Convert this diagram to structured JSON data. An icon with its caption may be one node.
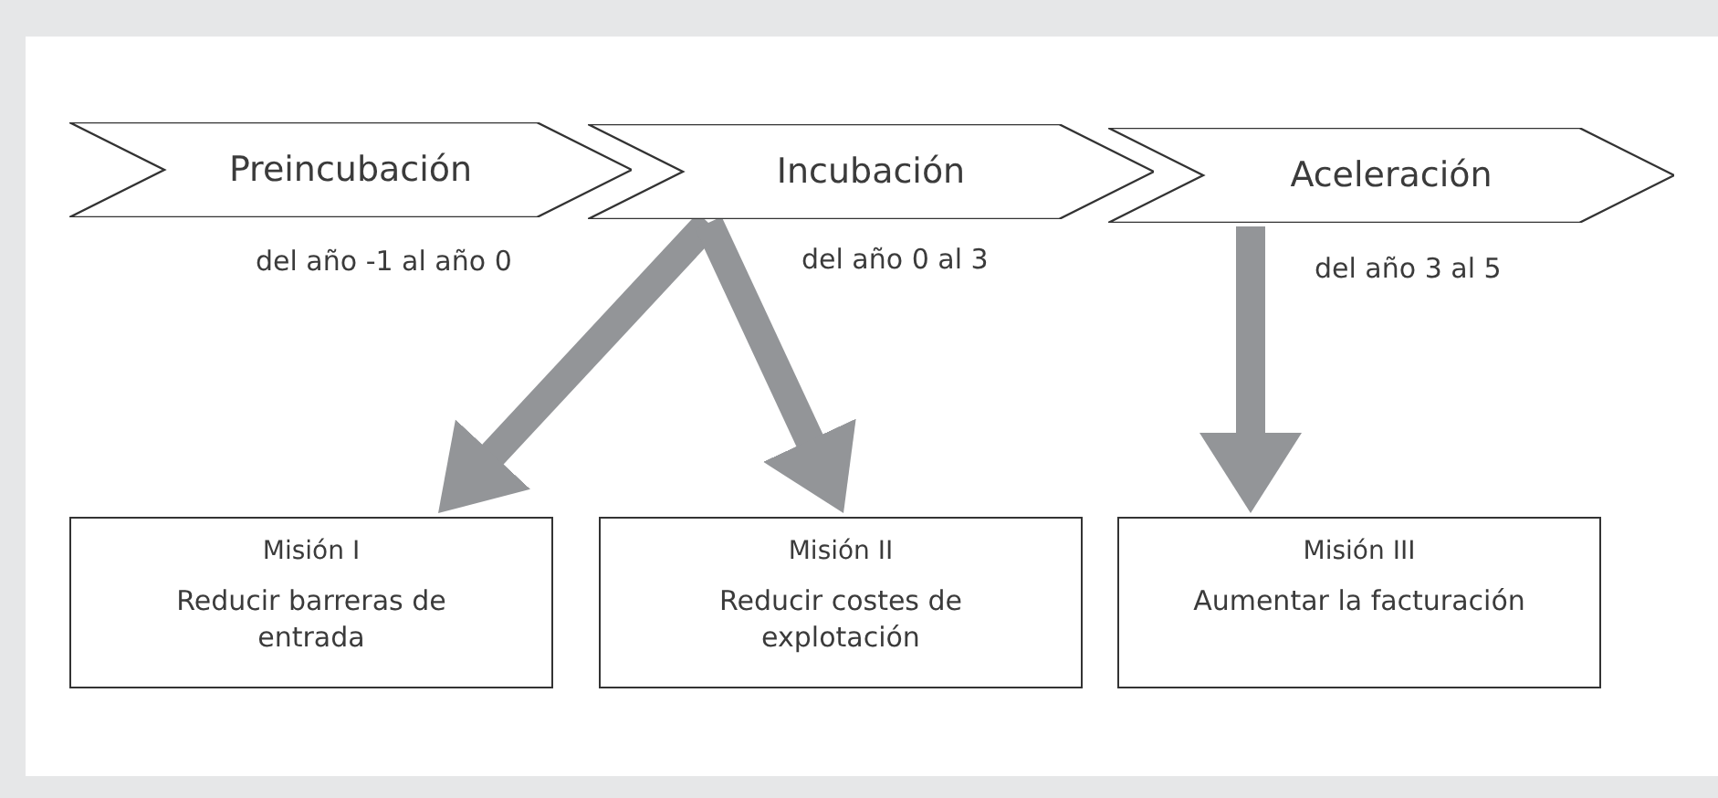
{
  "diagram": {
    "nodes": [
      {
        "text": [
          "Preincubación"
        ],
        "beside": [
          "del año -1 al año 0"
        ]
      },
      {
        "text": [
          "Incubación"
        ],
        "beside": [
          "del año 0 al 3"
        ]
      },
      {
        "text": [
          "Aceleración"
        ],
        "beside": [
          "del año 3 al 5"
        ]
      },
      {
        "text": [
          "Misión I",
          "Reducir barreras de entrada"
        ]
      },
      {
        "text": [
          "Misión II",
          "Reducir costes de explotación"
        ]
      },
      {
        "text": [
          "Misión III",
          "Aumentar la facturación"
        ]
      }
    ],
    "edges": [
      {
        "from": 1,
        "to": 3,
        "arrow": "to"
      },
      {
        "from": 1,
        "to": 4,
        "arrow": "to"
      },
      {
        "from": 2,
        "to": 5,
        "arrow": "to"
      }
    ]
  }
}
